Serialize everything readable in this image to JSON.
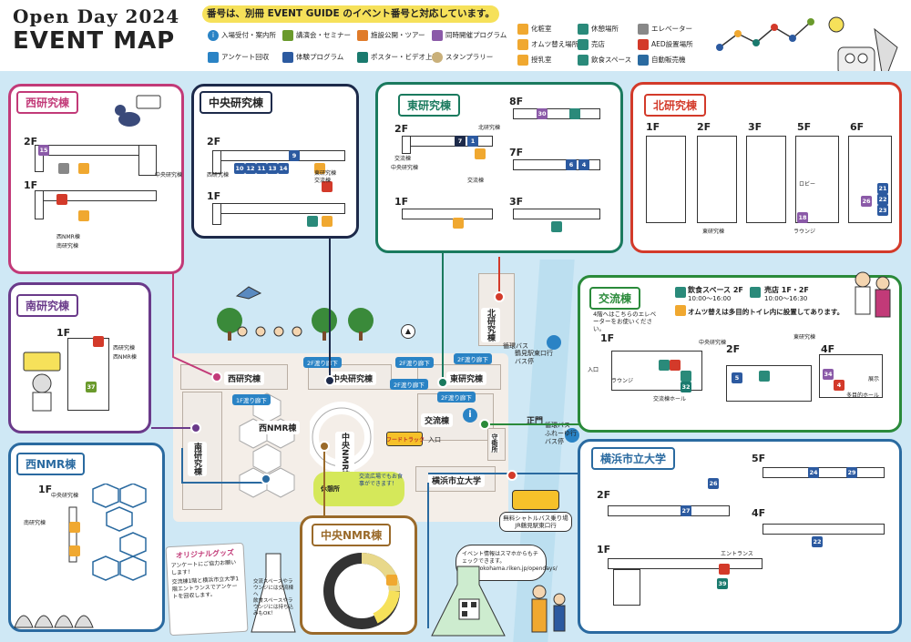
{
  "header": {
    "title_line1": "Open Day 2024",
    "title_line2": "EVENT MAP",
    "notice": "番号は、別冊 EVENT GUIDE のイベント番号と対応しています。"
  },
  "legend": {
    "categories": [
      {
        "label": "入場受付・案内所",
        "color": "#2a83c5",
        "icon": "info-icon"
      },
      {
        "label": "講演会・セミナー",
        "color": "#6a9a2c"
      },
      {
        "label": "施設公開・ツアー",
        "color": "#e07b2a"
      },
      {
        "label": "同時開催プログラム",
        "color": "#8b5aa8"
      },
      {
        "label": "アンケート回収",
        "color": "#2a83c5",
        "icon": "survey-icon"
      },
      {
        "label": "体験プログラム",
        "color": "#2c5aa0"
      },
      {
        "label": "ポスター・ビデオ上映",
        "color": "#1a7a6e"
      },
      {
        "label": "スタンプラリー",
        "color": "#7a5a3a",
        "icon": "stamp-icon"
      }
    ],
    "facilities": [
      {
        "label": "化粧室",
        "icon": "restroom-icon"
      },
      {
        "label": "オムツ替え場所",
        "icon": "diaper-icon"
      },
      {
        "label": "授乳室",
        "icon": "nursing-icon"
      },
      {
        "label": "休憩場所",
        "icon": "rest-icon"
      },
      {
        "label": "売店",
        "icon": "shop-icon"
      },
      {
        "label": "飲食スペース",
        "icon": "dining-icon"
      },
      {
        "label": "エレベーター",
        "icon": "elevator-icon"
      },
      {
        "label": "AED設置場所",
        "icon": "aed-icon"
      },
      {
        "label": "自動販売機",
        "icon": "vending-icon"
      }
    ]
  },
  "buildings": {
    "west": {
      "title": "西研究棟",
      "floors": [
        "2F",
        "1F"
      ],
      "notes": [
        "中央研究棟",
        "西NMR棟",
        "南研究棟"
      ]
    },
    "central": {
      "title": "中央研究棟",
      "floors": [
        "2F",
        "1F"
      ],
      "notes": [
        "西研究棟",
        "東研究棟",
        "交流棟"
      ]
    },
    "east": {
      "title": "東研究棟",
      "floors": [
        "2F",
        "8F",
        "7F",
        "1F",
        "3F"
      ],
      "notes": [
        "北研究棟",
        "交流棟",
        "中央研究棟",
        "交流棟"
      ]
    },
    "north": {
      "title": "北研究棟",
      "floors": [
        "1F",
        "2F",
        "3F",
        "5F",
        "6F"
      ],
      "notes": [
        "東研究棟",
        "ロビー",
        "ラウンジ"
      ]
    },
    "south": {
      "title": "南研究棟",
      "floors": [
        "1F"
      ],
      "notes": [
        "西研究棟",
        "西NMR棟"
      ]
    },
    "west_nmr": {
      "title": "西NMR棟",
      "floors": [
        "1F"
      ],
      "notes": [
        "中央研究棟",
        "南研究棟"
      ]
    },
    "exchange": {
      "title": "交流棟",
      "dining": "飲食スペース 2F",
      "dining_hours": "10:00〜16:00",
      "shop": "売店 1F・2F",
      "shop_hours": "10:00〜16:30",
      "diaper_note": "オムツ替えは多目的トイレ内に設置してあります。",
      "elevator_note": "4階へはこちらのエレベーターをお使いください。",
      "floors": [
        "1F",
        "2F",
        "4F"
      ],
      "notes": [
        "入口",
        "ラウンジ",
        "交流棟ホール",
        "中央研究棟",
        "東研究棟",
        "展示",
        "多目的ホール"
      ]
    },
    "ycu": {
      "title": "横浜市立大学",
      "floors": [
        "5F",
        "2F",
        "4F",
        "1F"
      ],
      "notes": [
        "エントランス"
      ]
    },
    "central_nmr": {
      "title": "中央NMR棟"
    }
  },
  "campus": {
    "labels": [
      "西研究棟",
      "中央研究棟",
      "東研究棟",
      "北研究棟",
      "南研究棟",
      "西NMR棟",
      "中央NMR棟",
      "交流棟",
      "横浜市立大学",
      "守衛所",
      "正門",
      "入口"
    ],
    "bridges": [
      "2F渡り廊下",
      "2F渡り廊下",
      "2F渡り廊下",
      "1F渡り廊下",
      "2F渡り廊下",
      "2F渡り廊下"
    ],
    "bus_stops": [
      "鶴見駅東口行バス停",
      "ふれーゆ行バス停"
    ],
    "bus_stop_names": [
      "循環バス",
      "循環バス"
    ],
    "food_truck": "フードトラック",
    "break_area": "休憩所",
    "rest_note": "交流広場でもお食事ができます！",
    "shuttle": "無料シャトルバス乗り場 JR鶴見駅東口行"
  },
  "bottom": {
    "goods_title": "オリジナルグッズ",
    "survey_note": "アンケートにご協力お願いします！",
    "survey_detail": "交流棟1階と横浜市立大学1階エントランスでアンケートを回収します。",
    "food_note": "交流スペースやラウンジには交流棟へ",
    "food_note2": "飲食スペースやラウンジには持ち込みもOK！",
    "event_info": "イベント情報はスマホからもチェックできます。",
    "url": "www.yokohama.riken.jp/opendays/"
  },
  "colors": {
    "west": "#c23a78",
    "central": "#1d2a4a",
    "east": "#1a7a5e",
    "north": "#d33a2a",
    "south": "#6a3a8a",
    "westnmr": "#2a6aa0",
    "exchange": "#2a8a3a",
    "ycu": "#2a6aa0",
    "centralnmr": "#9a6a2a"
  }
}
